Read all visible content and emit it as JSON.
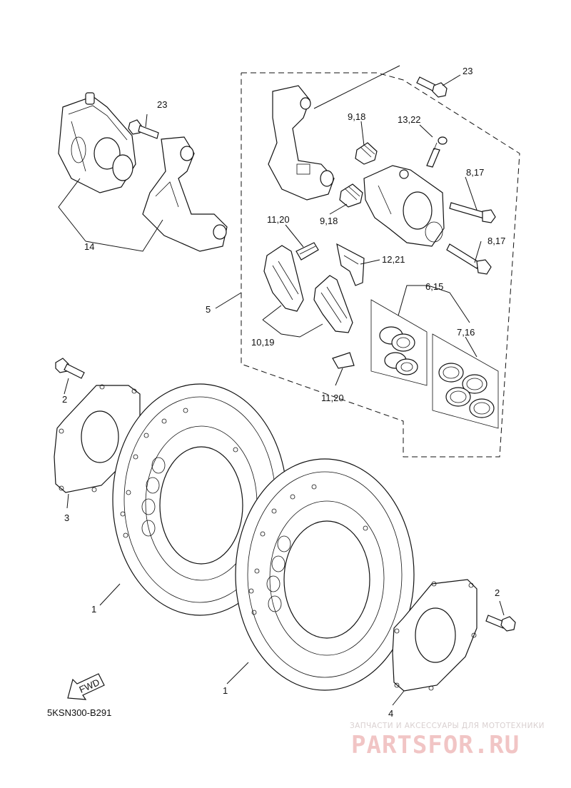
{
  "labels": {
    "l23a": "23",
    "l23b": "23",
    "l9_18a": "9,18",
    "l13_22": "13,22",
    "l8_17a": "8,17",
    "l8_17b": "8,17",
    "l11_20a": "11,20",
    "l9_18b": "9,18",
    "l12_21": "12,21",
    "l14": "14",
    "l5": "5",
    "l6_15": "6,15",
    "l7_16": "7,16",
    "l10_19": "10,19",
    "l11_20b": "11,20",
    "l2a": "2",
    "l3": "3",
    "l1a": "1",
    "l2b": "2",
    "l1b": "1",
    "l4": "4"
  },
  "fwd_arrow": "FWD",
  "diagram_code": "5KSN300-B291",
  "watermark": {
    "tagline": "ЗАПЧАСТИ И АКСЕССУАРЫ ДЛЯ МОТОТЕХНИКИ",
    "brand": "PARTSFOR.RU"
  }
}
